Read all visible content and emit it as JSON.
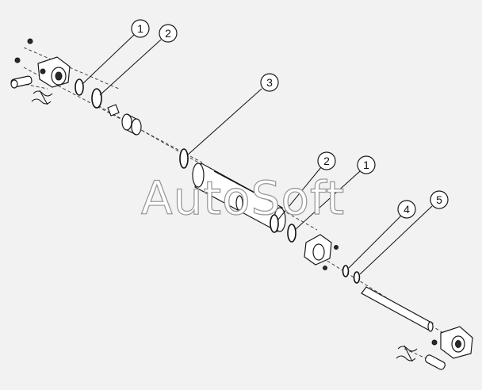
{
  "diagram": {
    "balloons": [
      {
        "id": "b1-top",
        "label": "1"
      },
      {
        "id": "b2-top",
        "label": "2"
      },
      {
        "id": "b3",
        "label": "3"
      },
      {
        "id": "b2-mid",
        "label": "2"
      },
      {
        "id": "b1-mid",
        "label": "1"
      },
      {
        "id": "b4",
        "label": "4"
      },
      {
        "id": "b5",
        "label": "5"
      }
    ],
    "watermark": "AutoSoft"
  },
  "colors": {
    "background": "#f2f2f2",
    "line": "#1a1a1a",
    "watermark_outline": "#9a9a9a"
  }
}
